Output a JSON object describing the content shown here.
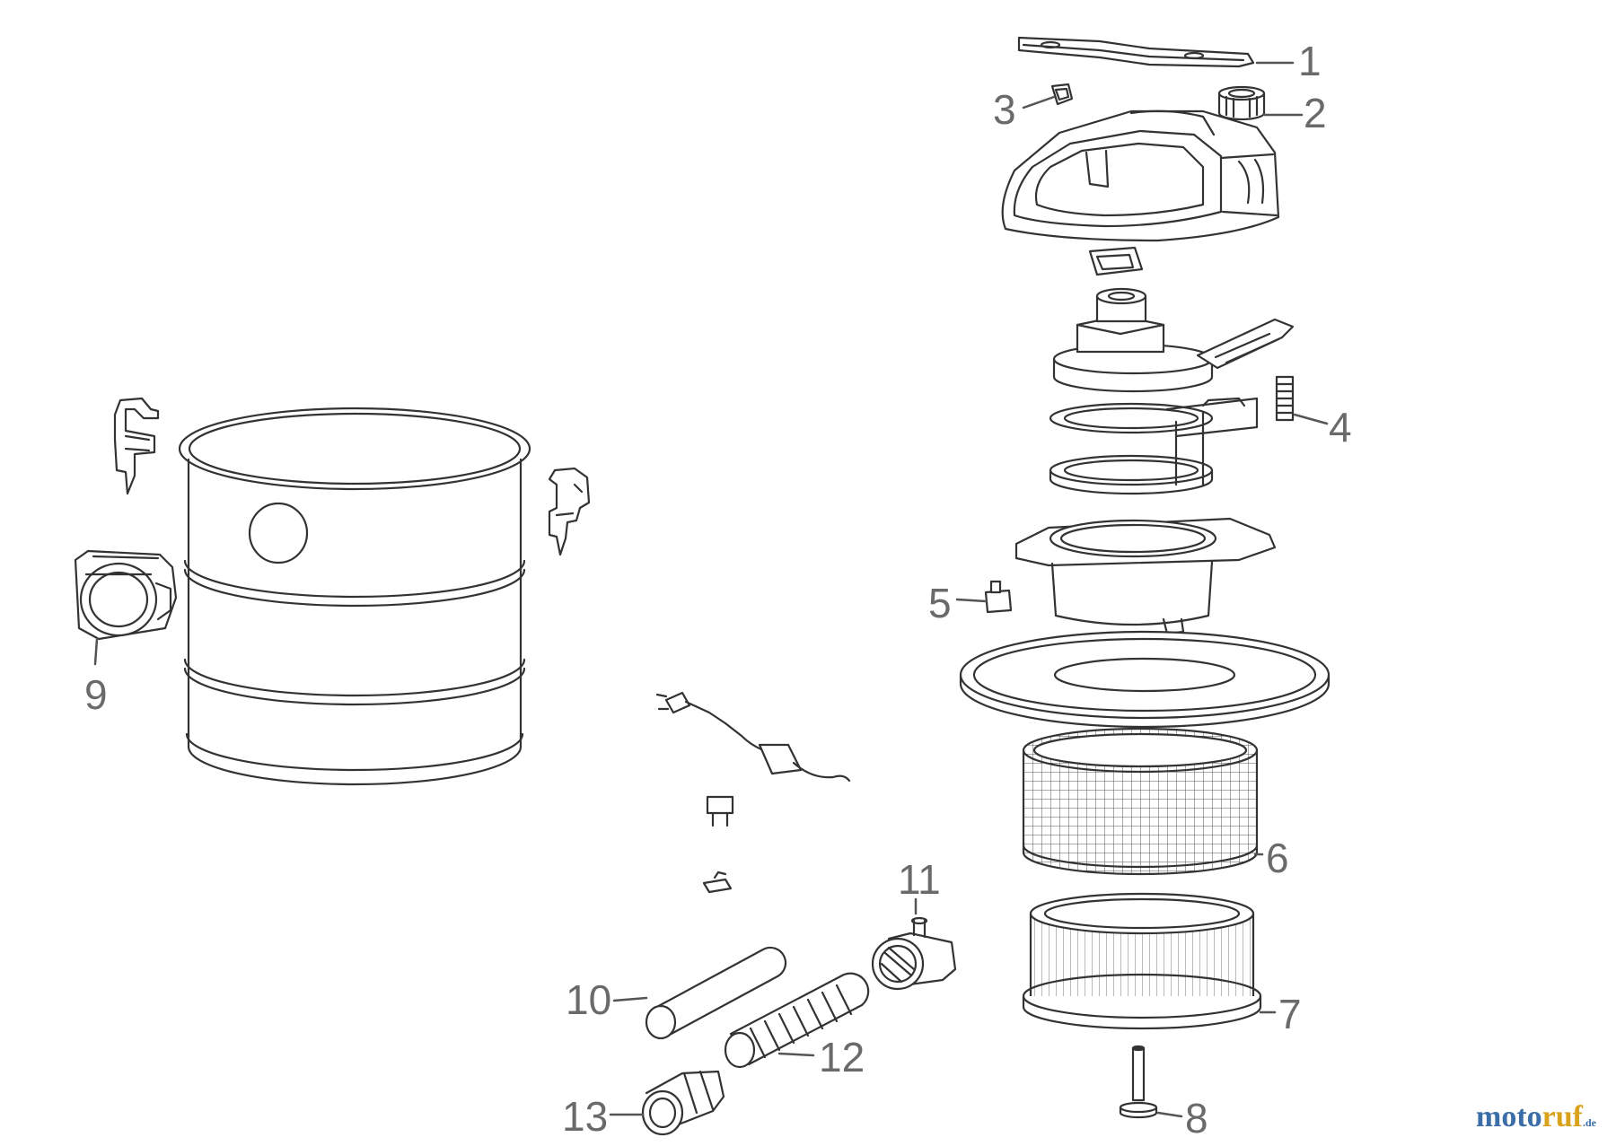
{
  "callouts": [
    "1",
    "2",
    "3",
    "4",
    "5",
    "6",
    "7",
    "8",
    "9",
    "10",
    "11",
    "12",
    "13"
  ],
  "watermark": {
    "part1": "moto",
    "part2": "ruf",
    "suffix": ".de"
  },
  "colors": {
    "line": "#333333",
    "callout": "#6a6a6a",
    "watermark_blue": "#3b6ea8",
    "watermark_gold": "#d9a21b"
  }
}
